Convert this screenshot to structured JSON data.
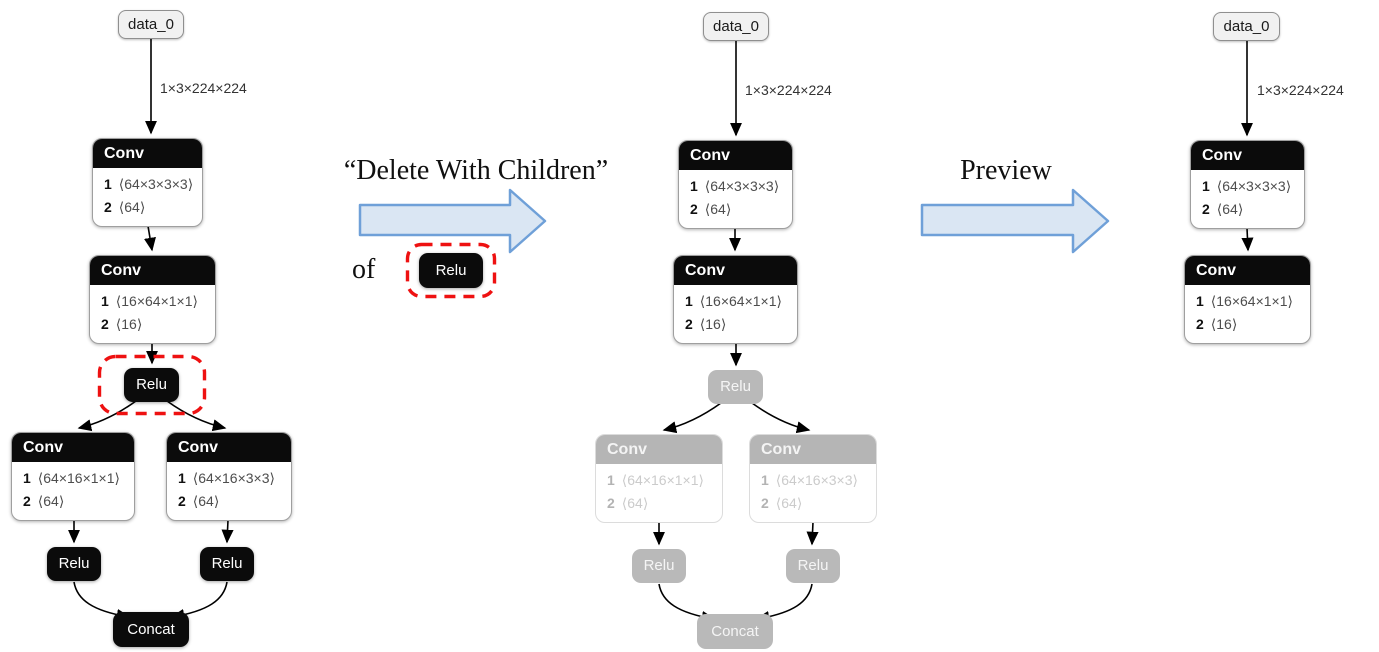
{
  "figure": {
    "action_label": "“Delete With Children”",
    "of_label": "of",
    "target_chip": "Relu",
    "preview_label": "Preview"
  },
  "colors": {
    "node_black": "#0b0b0b",
    "ghost_gray": "#b9b9b9",
    "flow_arrow_fill": "#dae6f3",
    "flow_arrow_stroke": "#6fa0d8",
    "highlight_red": "#ee1111"
  },
  "graphs": {
    "original": {
      "input": "data_0",
      "input_shape": "1×3×224×224",
      "conv1": {
        "title": "Conv",
        "params": [
          {
            "k": "1",
            "v": "⟨64×3×3×3⟩"
          },
          {
            "k": "2",
            "v": "⟨64⟩"
          }
        ]
      },
      "conv2": {
        "title": "Conv",
        "params": [
          {
            "k": "1",
            "v": "⟨16×64×1×1⟩"
          },
          {
            "k": "2",
            "v": "⟨16⟩"
          }
        ]
      },
      "relu1": "Relu",
      "conv3": {
        "title": "Conv",
        "params": [
          {
            "k": "1",
            "v": "⟨64×16×1×1⟩"
          },
          {
            "k": "2",
            "v": "⟨64⟩"
          }
        ]
      },
      "conv4": {
        "title": "Conv",
        "params": [
          {
            "k": "1",
            "v": "⟨64×16×3×3⟩"
          },
          {
            "k": "2",
            "v": "⟨64⟩"
          }
        ]
      },
      "relu2": "Relu",
      "relu3": "Relu",
      "concat": "Concat"
    },
    "marked": {
      "input": "data_0",
      "input_shape": "1×3×224×224",
      "conv1": {
        "title": "Conv",
        "params": [
          {
            "k": "1",
            "v": "⟨64×3×3×3⟩"
          },
          {
            "k": "2",
            "v": "⟨64⟩"
          }
        ]
      },
      "conv2": {
        "title": "Conv",
        "params": [
          {
            "k": "1",
            "v": "⟨16×64×1×1⟩"
          },
          {
            "k": "2",
            "v": "⟨16⟩"
          }
        ]
      },
      "relu1": "Relu",
      "conv3": {
        "title": "Conv",
        "params": [
          {
            "k": "1",
            "v": "⟨64×16×1×1⟩"
          },
          {
            "k": "2",
            "v": "⟨64⟩"
          }
        ]
      },
      "conv4": {
        "title": "Conv",
        "params": [
          {
            "k": "1",
            "v": "⟨64×16×3×3⟩"
          },
          {
            "k": "2",
            "v": "⟨64⟩"
          }
        ]
      },
      "relu2": "Relu",
      "relu3": "Relu",
      "concat": "Concat"
    },
    "preview": {
      "input": "data_0",
      "input_shape": "1×3×224×224",
      "conv1": {
        "title": "Conv",
        "params": [
          {
            "k": "1",
            "v": "⟨64×3×3×3⟩"
          },
          {
            "k": "2",
            "v": "⟨64⟩"
          }
        ]
      },
      "conv2": {
        "title": "Conv",
        "params": [
          {
            "k": "1",
            "v": "⟨16×64×1×1⟩"
          },
          {
            "k": "2",
            "v": "⟨16⟩"
          }
        ]
      }
    }
  }
}
